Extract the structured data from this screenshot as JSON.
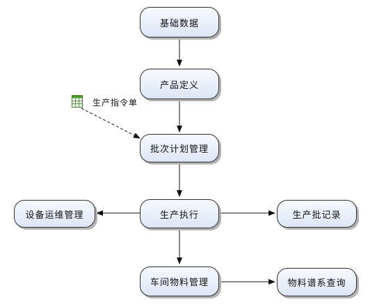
{
  "diagram": {
    "nodes": {
      "basic_data": "基础数据",
      "product_definition": "产品定义",
      "batch_plan": "批次计划管理",
      "production_execution": "生产执行",
      "equipment_ops": "设备运维管理",
      "production_batch_record": "生产批记录",
      "workshop_materials": "车间物料管理",
      "material_genealogy": "物料谱系查询"
    },
    "document": {
      "label": "生产指令单",
      "icon": "spreadsheet-icon"
    }
  }
}
